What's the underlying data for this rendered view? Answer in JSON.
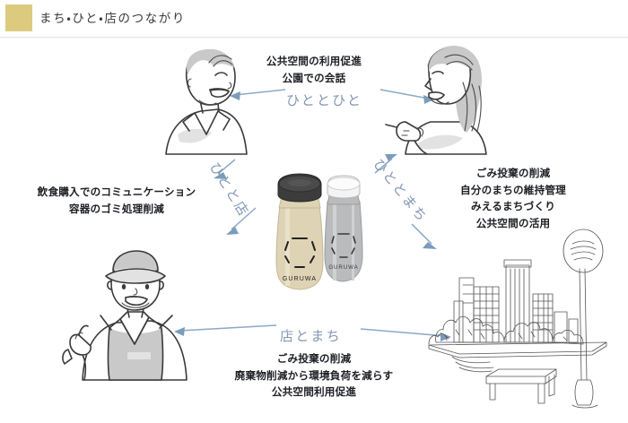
{
  "header": {
    "title": "まち・ひと・店のつながり",
    "swatch_color": "#dccb7f"
  },
  "theme": {
    "arrow_color": "#8ba9c4",
    "axis_label_color": "#8296b4",
    "body_text_color": "#1d1f24",
    "bottle_cream": "#ded3b4",
    "bottle_steel": "#b9bbbd"
  },
  "relations": {
    "person_to_person": {
      "axis_label": "ひととひと",
      "lines": [
        "公共空間の利用促進",
        "公園での会話"
      ]
    },
    "person_to_shop": {
      "axis_label": "ひとと店",
      "lines": [
        "飲食購入でのコミュニケーション",
        "容器のゴミ処理削減"
      ]
    },
    "person_to_town": {
      "axis_label": "ひととまち",
      "lines": [
        "ごみ投棄の削減",
        "自分のまちの維持管理",
        "みえるまちづくり",
        "公共空間の活用"
      ]
    },
    "shop_to_town": {
      "axis_label": "店とまち",
      "lines": [
        "ごみ投棄の削減",
        "廃棄物削減から環境負荷を減らす",
        "公共空間利用促進"
      ]
    }
  },
  "product": {
    "brand": "GURUWA",
    "items": [
      {
        "name": "cream-tumbler",
        "body_color": "#ded3b4",
        "lid_color": "#3c3c3c",
        "brand": "GURUWA"
      },
      {
        "name": "steel-tumbler",
        "body_color": "#b9bbbd",
        "lid_color": "#f2f2f2",
        "brand": "GURUWA"
      }
    ]
  },
  "actors": [
    {
      "name": "man-illustration",
      "position": "top-left"
    },
    {
      "name": "woman-illustration",
      "position": "top-right"
    },
    {
      "name": "shopkeeper-illustration",
      "position": "bottom-left"
    },
    {
      "name": "cityscape-illustration",
      "position": "bottom-right"
    }
  ],
  "chart_data": {
    "type": "diagram",
    "title": "まち・ひと・店のつながり",
    "nodes": [
      "ひと（男性）",
      "ひと（女性）",
      "店（店主）",
      "まち（都市）",
      "GURUWA タンブラー"
    ],
    "edges": [
      {
        "from": "ひと（男性）",
        "to": "ひと（女性）",
        "label": "ひととひと",
        "direction": "both"
      },
      {
        "from": "ひと（男性）",
        "to": "店（店主）",
        "label": "ひとと店",
        "direction": "both"
      },
      {
        "from": "ひと（女性）",
        "to": "まち（都市）",
        "label": "ひととまち",
        "direction": "both"
      },
      {
        "from": "店（店主）",
        "to": "まち（都市）",
        "label": "店とまち",
        "direction": "both"
      }
    ]
  }
}
